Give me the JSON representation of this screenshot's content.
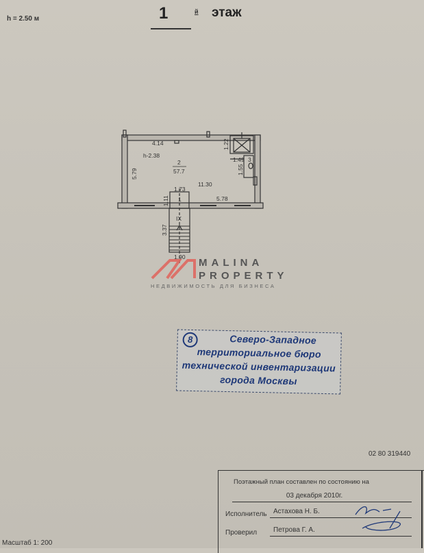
{
  "header": {
    "height_label": "h = 2.50 м",
    "floor_number": "1",
    "floor_suffix": "й",
    "floor_word": "этаж"
  },
  "plan": {
    "room_number": "2",
    "room_area": "57.7",
    "room_height": "h-2.38",
    "dimensions": {
      "top_width": "4.14",
      "left_height": "5.79",
      "inner_length": "11.30",
      "bottom_right": "5.78",
      "vestibule_width": "1.73",
      "vestibule_depth": "1.11",
      "vestibule_number": "1",
      "stair_depth": "3.37",
      "stair_width": "1.90",
      "stair_label": "IX",
      "shaft_height": "1.22",
      "wc_width": "1.49",
      "wc_height": "1.55",
      "wc_number": "3"
    }
  },
  "watermark": {
    "line1": "MALINA",
    "line2": "PROPERTY",
    "subtitle": "НЕДВИЖИМОСТЬ ДЛЯ БИЗНЕСА",
    "accent_color": "#e0635c"
  },
  "stamp": {
    "number": "8",
    "lines": [
      "Северо-Западное",
      "территориальное бюро",
      "технической инвентаризации",
      "города Москвы"
    ],
    "color": "#1e3878"
  },
  "document_id": "02 80 319440",
  "info_block": {
    "statement": "Поэтажный план составлен по состоянию на",
    "date": "03 декабря 2010г.",
    "executor_label": "Исполнитель",
    "executor_name": "Астахова Н. Б.",
    "checker_label": "Проверил",
    "checker_name": "Петрова Г. А."
  },
  "footer": {
    "scale": "Масштаб 1: 200"
  }
}
